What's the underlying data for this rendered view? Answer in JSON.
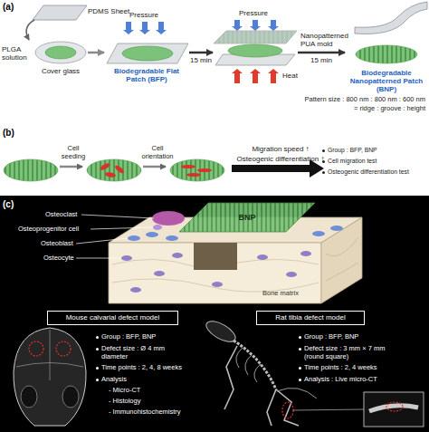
{
  "diagram": {
    "nodes": [
      {
        "text": [
          "Cover glass"
        ]
      },
      {
        "text": [
          "Biodegradable Flat Patch (BFP)"
        ]
      },
      {
        "text": [
          "Nanopatterned PUA mold"
        ]
      },
      {
        "text": [
          "Biodegradable Nanopatterned Patch (BNP)"
        ]
      },
      {
        "text": [
          "BNP"
        ]
      },
      {
        "text": [
          "Mouse calvarial defect model"
        ]
      },
      {
        "text": [
          "Rat tibia defect model"
        ]
      }
    ],
    "edges": [
      {
        "from": 0,
        "to": 1,
        "arrow": "to"
      },
      {
        "from": 1,
        "to": 2,
        "label": "15 min",
        "arrow": "to"
      },
      {
        "from": 2,
        "to": 3,
        "label": "15 min",
        "arrow": "to"
      }
    ],
    "labels": [
      "(a)",
      "PDMS Sheet",
      "Pressure",
      "PLGA solution",
      "Pressure",
      "Heat",
      "Pattern size : 800 nm : 800 nm : 600 nm",
      "= ridge : groove : height",
      "(b)",
      "Cell seeding",
      "Cell orientation",
      "Migration speed ↑",
      "Osteogenic differentiation ↑",
      "Group : BFP, BNP",
      "Cell migration test",
      "Osteogenic differentiation test",
      "(c)",
      "Osteoclast",
      "Osteoprogenitor cell",
      "Osteoblast",
      "Osteocyte",
      "Bone matrix",
      "Group : BFP, BNP",
      "Defect size : Ø 4 mm diameter",
      "Time points : 2, 4, 8 weeks",
      "Analysis",
      "- Micro-CT",
      "- Histology",
      "- Immunohistochemistry",
      "Group : BFP, BNP",
      "Defect size : 3 mm × 7 mm (round square)",
      "Time points : 2, 4 weeks",
      "Analysis : Live micro-CT"
    ]
  }
}
